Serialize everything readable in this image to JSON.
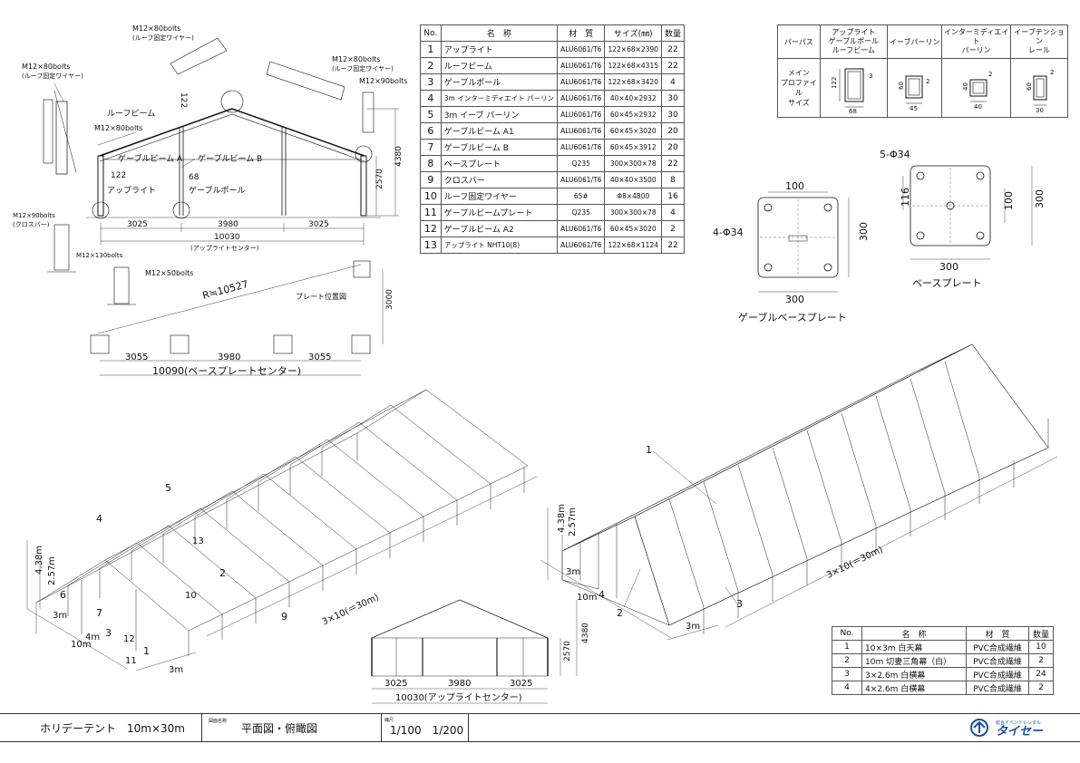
{
  "parts_table": {
    "headers": [
      "No.",
      "名　称",
      "材　質",
      "サイズ(㎜)",
      "数量"
    ],
    "rows": [
      {
        "no": "1",
        "name": "アップライト",
        "material": "ALU6061/T6",
        "size": "122×68×2390",
        "qty": "22"
      },
      {
        "no": "2",
        "name": "ルーフビーム",
        "material": "ALU6061/T6",
        "size": "122×68×4315",
        "qty": "22"
      },
      {
        "no": "3",
        "name": "ゲーブルポール",
        "material": "ALU6061/T6",
        "size": "122×68×3420",
        "qty": "4"
      },
      {
        "no": "4",
        "name": "3m インターミディエイト パーリン",
        "material": "ALU6061/T6",
        "size": "40×40×2932",
        "qty": "30"
      },
      {
        "no": "5",
        "name": "3m イーブ パーリン",
        "material": "ALU6061/T6",
        "size": "60×45×2932",
        "qty": "30"
      },
      {
        "no": "6",
        "name": "ゲーブルビーム A1",
        "material": "ALU6061/T6",
        "size": "60×45×3020",
        "qty": "20"
      },
      {
        "no": "7",
        "name": "ゲーブルビーム B",
        "material": "ALU6061/T6",
        "size": "60×45×3912",
        "qty": "20"
      },
      {
        "no": "8",
        "name": "ベースプレート",
        "material": "Q235",
        "size": "300×300×78",
        "qty": "22"
      },
      {
        "no": "9",
        "name": "クロスバー",
        "material": "ALU6061/T6",
        "size": "40×40×3500",
        "qty": "8"
      },
      {
        "no": "10",
        "name": "ルーフ固定ワイヤー",
        "material": "65#",
        "size": "Φ8×4800",
        "qty": "16"
      },
      {
        "no": "11",
        "name": "ゲーブルビームプレート",
        "material": "Q235",
        "size": "300×300×78",
        "qty": "4"
      },
      {
        "no": "12",
        "name": "ゲーブルビーム A2",
        "material": "ALU6061/T6",
        "size": "60×45×3020",
        "qty": "2"
      },
      {
        "no": "13",
        "name": "アップライト NHT10(8)",
        "material": "ALU6061/T6",
        "size": "122×68×1124",
        "qty": "22"
      }
    ]
  },
  "membrane_table": {
    "headers": [
      "No.",
      "名　称",
      "材　質",
      "数量"
    ],
    "rows": [
      {
        "no": "1",
        "name": "10×3m 白天幕",
        "material": "PVC合成繊維",
        "qty": "10"
      },
      {
        "no": "2",
        "name": "10m 切妻三角幕（白）",
        "material": "PVC合成繊維",
        "qty": "2"
      },
      {
        "no": "3",
        "name": "3×2.6m 白横幕",
        "material": "PVC合成繊維",
        "qty": "24"
      },
      {
        "no": "4",
        "name": "4×2.6m 白横幕",
        "material": "PVC合成繊維",
        "qty": "2"
      }
    ]
  },
  "profile_table": {
    "headers": [
      "パーパス",
      "アップライト\nゲーブルポール\nルーフビーム",
      "イーブパーリン",
      "インターミディエイト\nパーリン",
      "イーブテンション\nレール"
    ],
    "row_label": "メイン\nプロファイル\nサイズ",
    "dims": {
      "upright": [
        "122",
        "3",
        "68"
      ],
      "eave": [
        "60",
        "2",
        "45"
      ],
      "intermediate": [
        "40",
        "2",
        "40"
      ],
      "tension": [
        "60",
        "2",
        "30"
      ]
    }
  },
  "front_view": {
    "labels": {
      "bolt1": "M12×80bolts",
      "wire1": "(ルーフ固定ワイヤー)",
      "bolt2": "M12×80bolts",
      "wire2": "(ルーフ固定ワイヤー)",
      "bolt3": "M12×80bolts",
      "wire3": "(ルーフ固定ワイヤー)",
      "bolt4": "M12×90bolts",
      "bolt5": "M12×80bolts",
      "roofbeam": "ルーフビーム",
      "gableA": "ゲーブルビーム A",
      "gableB": "ゲーブルビーム B",
      "upright": "アップライト",
      "gablepole": "ゲーブルポール",
      "bolt90": "M12×90bolts",
      "crossbar": "(クロスバー)",
      "bolt130": "M12×130bolts",
      "bolt50": "M12×50bolts",
      "dim122a": "122",
      "dim122b": "122",
      "dim68": "68",
      "h2570": "2570",
      "h4380": "4380",
      "d3025a": "3025",
      "d3980": "3980",
      "d3025b": "3025",
      "d10030": "10030",
      "d10030sub": "(アップライトセンター)"
    }
  },
  "plate_plan": {
    "radius": "R≒10527",
    "plate_pos": "プレート位置図",
    "h3000": "3000",
    "d3055a": "3055",
    "d3980": "3980",
    "d3055b": "3055",
    "total": "10090(ベースプレートセンター)"
  },
  "gable_base": {
    "holes": "4-Φ34",
    "d100": "100",
    "d300w": "300",
    "d300h": "300",
    "caption": "ゲーブルベースプレート"
  },
  "base_plate": {
    "holes": "5-Φ34",
    "d116": "116",
    "d100": "100",
    "d300h": "300",
    "d300w": "300",
    "caption": "ベースプレート"
  },
  "iso_left": {
    "labels": [
      "5",
      "4",
      "13",
      "2",
      "10",
      "9",
      "6",
      "7",
      "3",
      "12",
      "11",
      "1"
    ],
    "h438": "4.38m",
    "h257": "2.57m",
    "d3m1": "3m",
    "d4m": "4m",
    "d10m": "10m",
    "d3m2": "3m",
    "length": "3×10(＝30m)"
  },
  "iso_right": {
    "labels": [
      "1",
      "4",
      "2",
      "3"
    ],
    "h438": "4.38m",
    "h257": "2.57m",
    "d3m1": "3m",
    "d10m": "10m",
    "d3m2": "3m",
    "length": "3×10(＝30m)"
  },
  "small_front": {
    "h2570": "2570",
    "h4380": "4380",
    "d3025a": "3025",
    "d3980": "3980",
    "d3025b": "3025",
    "total": "10030(アップライトセンター)"
  },
  "title_block": {
    "product": "ホリデーテント　10m×30m",
    "drawing_label": "図面名称",
    "drawing_name": "平面図・俯瞰図",
    "scale_label": "縮尺",
    "scale": "1/100　1/200",
    "company_small": "総合イベントレンタル",
    "company": "タイセー"
  }
}
